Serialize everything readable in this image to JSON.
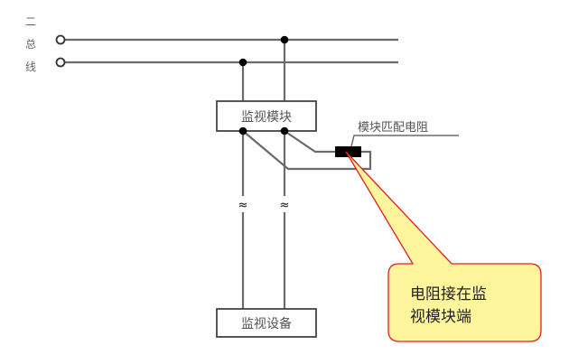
{
  "bus": {
    "label_chars": [
      "二",
      "总",
      "线"
    ]
  },
  "module_box": {
    "label": "监视模块"
  },
  "device_box": {
    "label": "监视设备"
  },
  "resistor": {
    "label": "模块匹配电阻"
  },
  "break_symbol": "≈",
  "callout": {
    "line1": "电阻接在监",
    "line2": "视模块端"
  },
  "colors": {
    "line": "#6b6b6b",
    "dot": "#000000",
    "resistor": "#000000",
    "text": "#555555",
    "callout_fill": "#fff59d",
    "callout_border": "#e02020",
    "callout_text": "#222222"
  }
}
